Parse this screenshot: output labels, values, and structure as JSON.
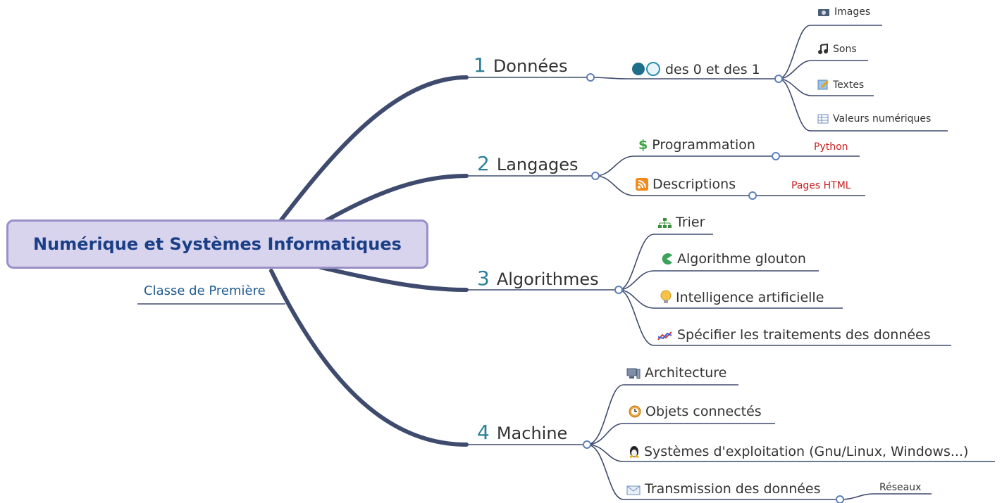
{
  "central": {
    "title": "Numérique et Systèmes Informatiques",
    "subtitle": "Classe de Première"
  },
  "branches": [
    {
      "number": "1",
      "label": "Données",
      "child": {
        "label": "des 0 et des 1",
        "icon": "binary-dots-icon",
        "children": [
          {
            "label": "Images",
            "icon": "camera-icon"
          },
          {
            "label": "Sons",
            "icon": "music-note-icon"
          },
          {
            "label": "Textes",
            "icon": "notepad-icon"
          },
          {
            "label": "Valeurs numériques",
            "icon": "spreadsheet-icon"
          }
        ]
      }
    },
    {
      "number": "2",
      "label": "Langages",
      "children": [
        {
          "label": "Programmation",
          "icon": "dollar-icon",
          "note": "Python"
        },
        {
          "label": "Descriptions",
          "icon": "rss-icon",
          "note": "Pages HTML"
        }
      ]
    },
    {
      "number": "3",
      "label": "Algorithmes",
      "children": [
        {
          "label": "Trier",
          "icon": "hierarchy-icon"
        },
        {
          "label": "Algorithme glouton",
          "icon": "pacman-icon"
        },
        {
          "label": "Intelligence artificielle",
          "icon": "lightbulb-icon"
        },
        {
          "label": "Spécifier les traitements des données",
          "icon": "line-chart-icon"
        }
      ]
    },
    {
      "number": "4",
      "label": "Machine",
      "children": [
        {
          "label": "Architecture",
          "icon": "computer-icon"
        },
        {
          "label": "Objets connectés",
          "icon": "clock-icon"
        },
        {
          "label": "Systèmes d'exploitation (Gnu/Linux, Windows...)",
          "icon": "penguin-icon"
        },
        {
          "label": "Transmission des données",
          "icon": "envelope-icon",
          "note": "Réseaux"
        }
      ]
    }
  ],
  "colors": {
    "branch": "#3f4b6e",
    "central_fill": "#d9d4ee",
    "central_border": "#9a8fc6",
    "title": "#1b3f86",
    "number": "#2a7f9a",
    "note": "#c81e1e",
    "node": "#5b7fb8"
  }
}
